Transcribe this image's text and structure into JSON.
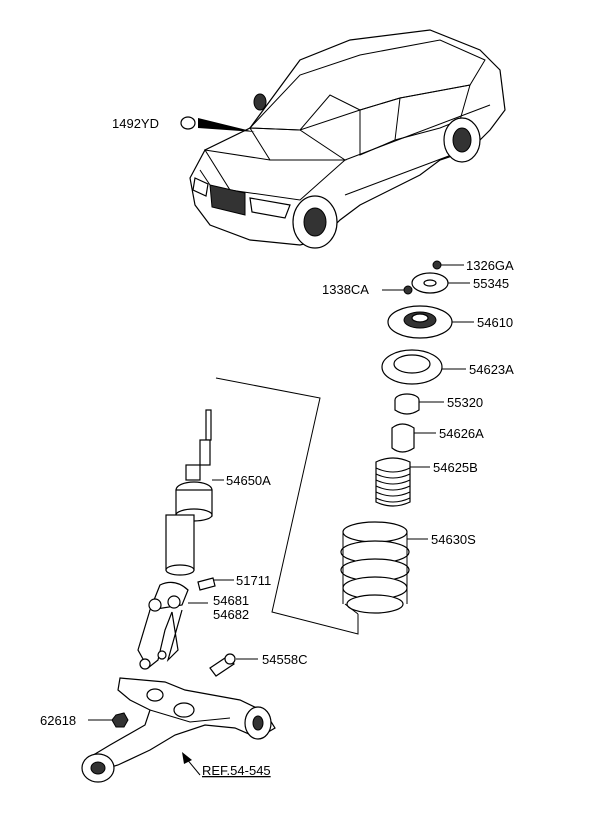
{
  "labels": {
    "p1492YD": "1492YD",
    "p1326GA": "1326GA",
    "p1338CA": "1338CA",
    "p55345": "55345",
    "p54610": "54610",
    "p54623A": "54623A",
    "p55320": "55320",
    "p54626A": "54626A",
    "p54625B": "54625B",
    "p54630S": "54630S",
    "p54650A": "54650A",
    "p51711": "51711",
    "p54681": "54681",
    "p54682": "54682",
    "p54558C": "54558C",
    "p62618": "62618",
    "ref": "REF.54-545"
  }
}
